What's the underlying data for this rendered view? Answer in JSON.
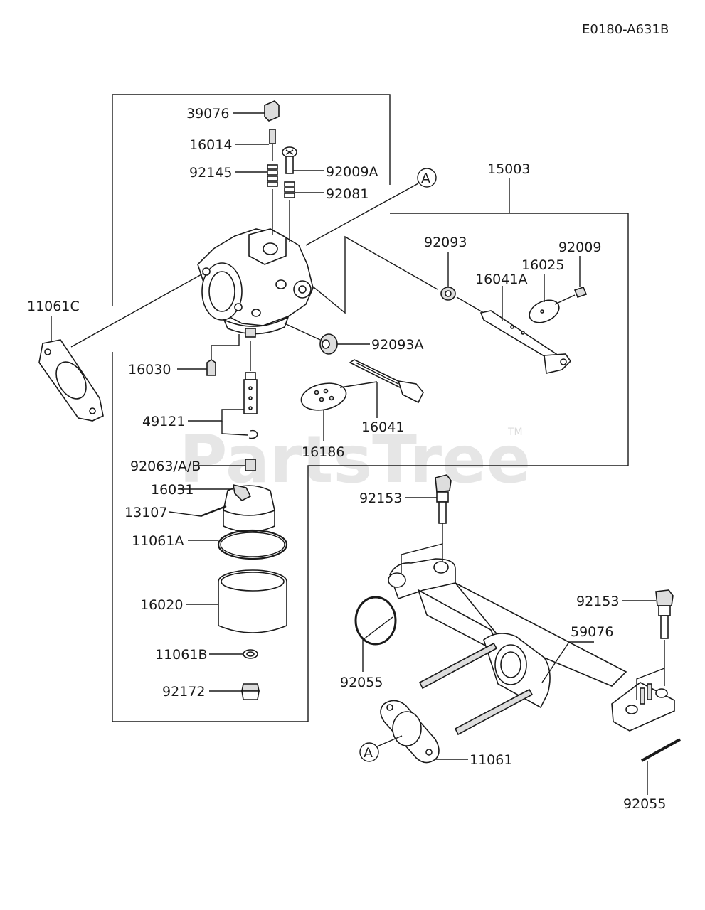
{
  "diagram_code": "E0180-A631B",
  "watermark": {
    "text": "PartsTree",
    "mark": "TM"
  },
  "callout_letter": "A",
  "labels": {
    "p39076": "39076",
    "p16014": "16014",
    "p92145": "92145",
    "p92009A": "92009A",
    "p92081": "92081",
    "p15003": "15003",
    "p92093": "92093",
    "p92009": "92009",
    "p16025": "16025",
    "p16041A": "16041A",
    "p11061C": "11061C",
    "p92093A": "92093A",
    "p16030": "16030",
    "p49121": "49121",
    "p16041": "16041",
    "p16186": "16186",
    "p92063": "92063/A/B",
    "p16031": "16031",
    "p13107": "13107",
    "p11061A": "11061A",
    "p16020": "16020",
    "p11061B": "11061B",
    "p92172": "92172",
    "p92153a": "92153",
    "p92153b": "92153",
    "p59076": "59076",
    "p92055a": "92055",
    "p92055b": "92055",
    "p11061": "11061"
  }
}
